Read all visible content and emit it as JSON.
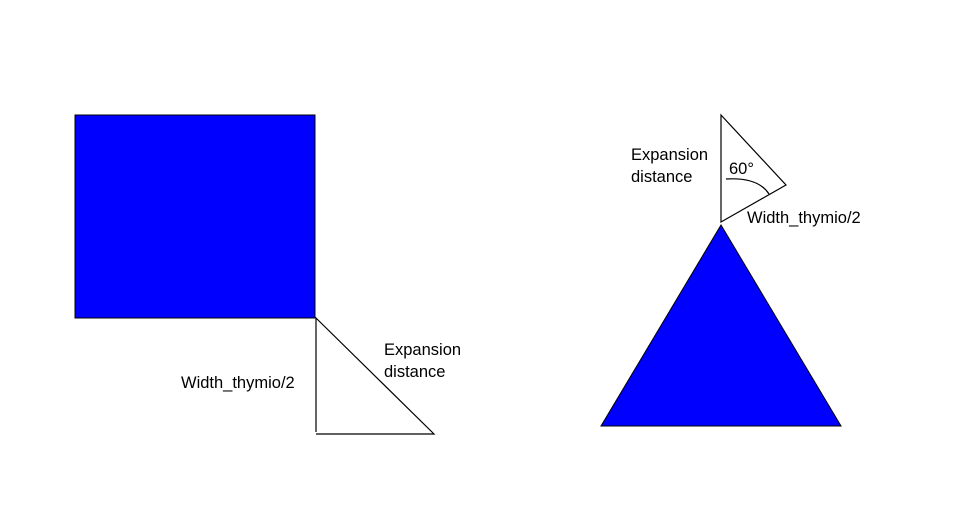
{
  "colors": {
    "shape_fill": "#0000ff",
    "stroke": "#000000",
    "background": "#ffffff"
  },
  "left_figure": {
    "leg_label": "Width_thymio/2",
    "hypotenuse_label_line1": "Expansion",
    "hypotenuse_label_line2": "distance"
  },
  "right_figure": {
    "side_label_line1": "Expansion",
    "side_label_line2": "distance",
    "angle_label": "60°",
    "base_label": "Width_thymio/2"
  }
}
